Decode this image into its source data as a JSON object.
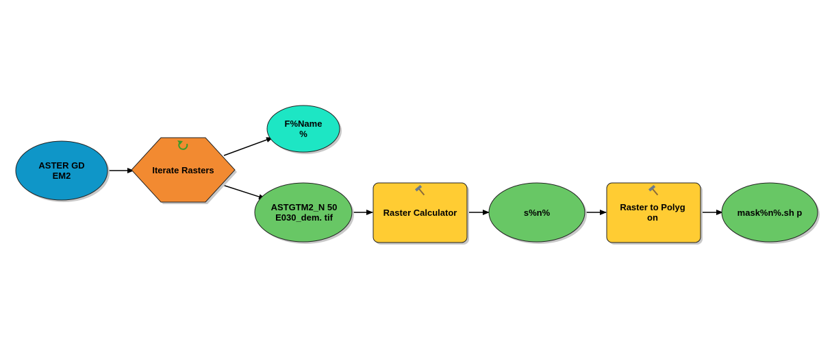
{
  "nodes": {
    "aster": {
      "label": "ASTER GDEM2",
      "kind": "input-data",
      "color": "#0f96c8"
    },
    "iterate": {
      "label": "Iterate Rasters",
      "kind": "iterator",
      "color": "#f28a31",
      "icon": "refresh-icon"
    },
    "fname": {
      "label": "F%Name %",
      "kind": "output-value",
      "color": "#1de6c4"
    },
    "tif": {
      "label": "ASTGTM2_N 50E030_dem. tif",
      "kind": "derived-data",
      "color": "#68c765"
    },
    "calc": {
      "label": "Raster Calculator",
      "kind": "tool",
      "color": "#ffcc33",
      "icon": "hammer-icon"
    },
    "sn": {
      "label": "s%n%",
      "kind": "derived-data",
      "color": "#68c765"
    },
    "r2p": {
      "label": "Raster to Polygon",
      "kind": "tool",
      "color": "#ffcc33",
      "icon": "hammer-icon"
    },
    "mask": {
      "label": "mask%n%.sh p",
      "kind": "derived-data",
      "color": "#68c765"
    }
  },
  "connectors": [
    {
      "from": "aster",
      "to": "iterate"
    },
    {
      "from": "iterate",
      "to": "fname"
    },
    {
      "from": "iterate",
      "to": "tif"
    },
    {
      "from": "tif",
      "to": "calc"
    },
    {
      "from": "calc",
      "to": "sn"
    },
    {
      "from": "sn",
      "to": "r2p"
    },
    {
      "from": "r2p",
      "to": "mask"
    }
  ],
  "colors": {
    "shadow": "#c8c8c8",
    "outline": "#222222",
    "connector": "#000000"
  }
}
